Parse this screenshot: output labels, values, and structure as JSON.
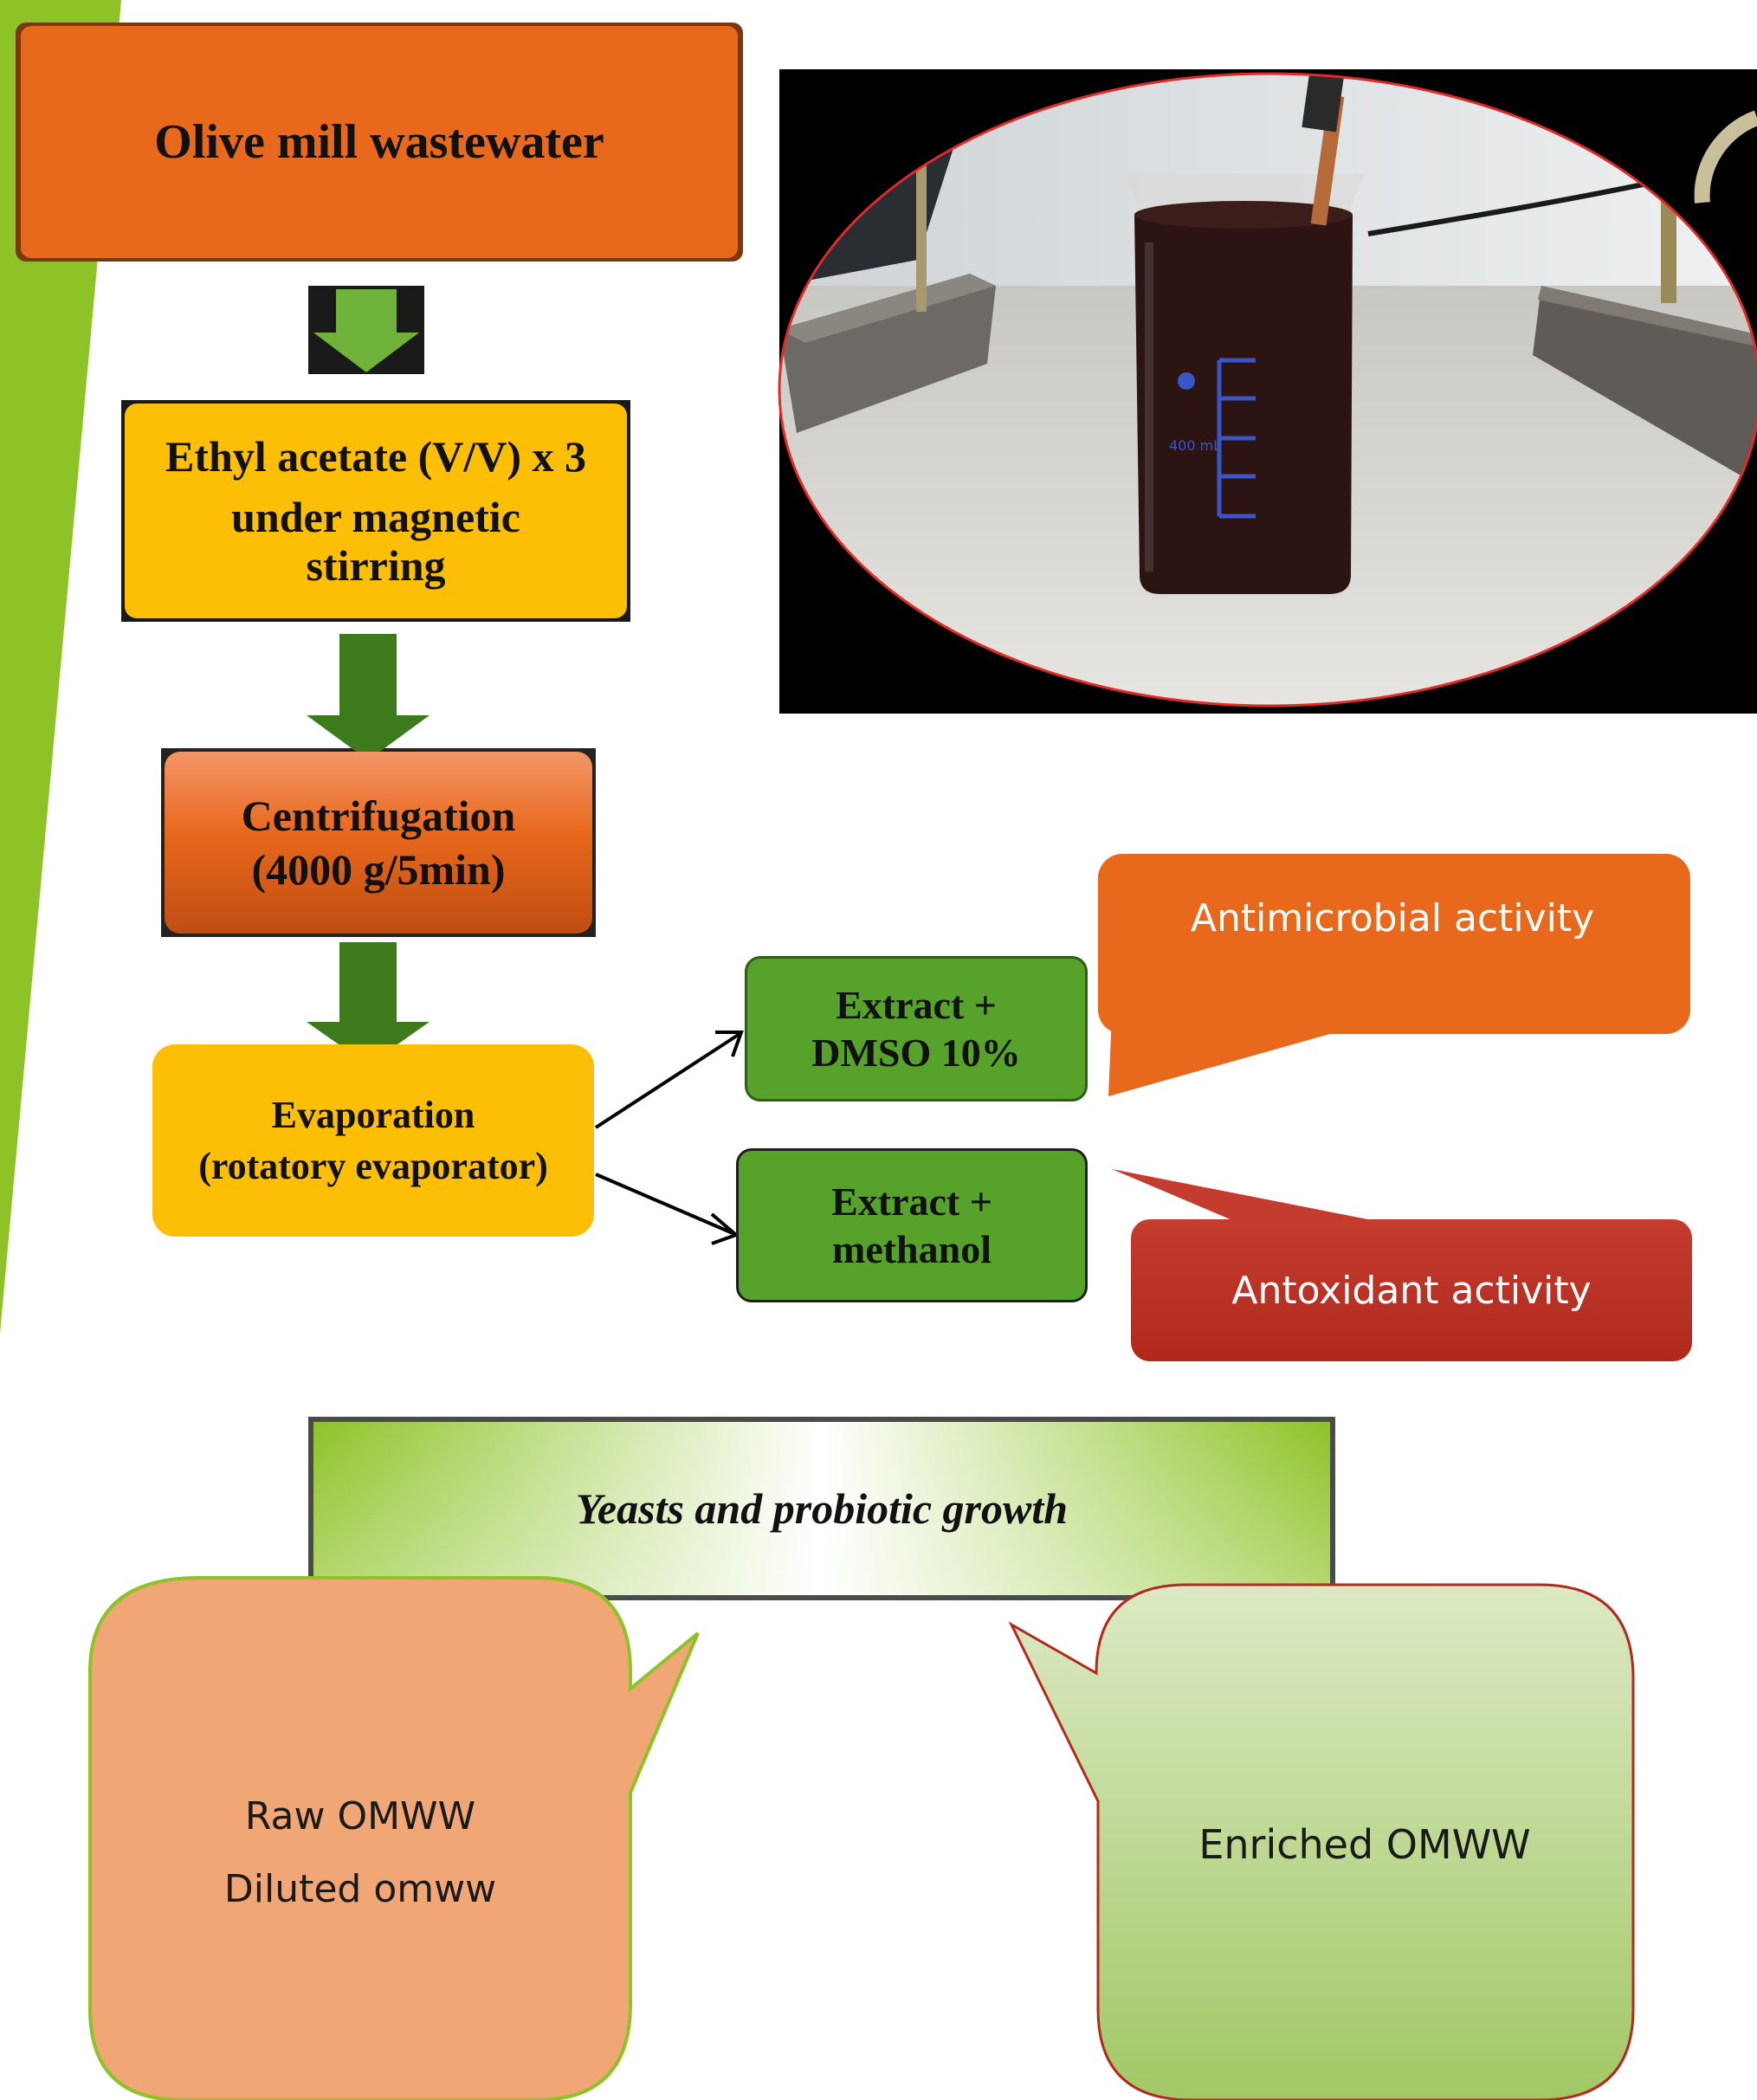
{
  "steps": {
    "source": "Olive mill wastewater",
    "extraction_line1": "Ethyl acetate (V/V) x 3",
    "extraction_line2": "under magnetic",
    "extraction_line3": "stirring",
    "centrifugation_line1": "Centrifugation",
    "centrifugation_line2": "(4000 g/5min)",
    "evaporation_line1": "Evaporation",
    "evaporation_line2": "(rotatory evaporator)"
  },
  "extracts": {
    "dmso_line1": "Extract +",
    "dmso_line2": "DMSO 10%",
    "methanol_line1": "Extract +",
    "methanol_line2": "methanol"
  },
  "activities": {
    "antimicrobial": "Antimicrobial activity",
    "antioxidant": "Antoxidant activity"
  },
  "growth": {
    "title": "Yeasts and probiotic growth",
    "raw": "Raw OMWW",
    "diluted": "Diluted omww",
    "enriched": "Enriched OMWW"
  },
  "photo": {
    "beaker_label": "400 mL"
  },
  "colors": {
    "orange": "#e8681c",
    "amber": "#fcbf06",
    "green_box": "#57a22a",
    "arrow_green": "#3d7a1b",
    "red": "#c0392b",
    "salmon": "#f0a675",
    "light_green": "#a5cc6b",
    "left_strip": "#8dc327"
  }
}
